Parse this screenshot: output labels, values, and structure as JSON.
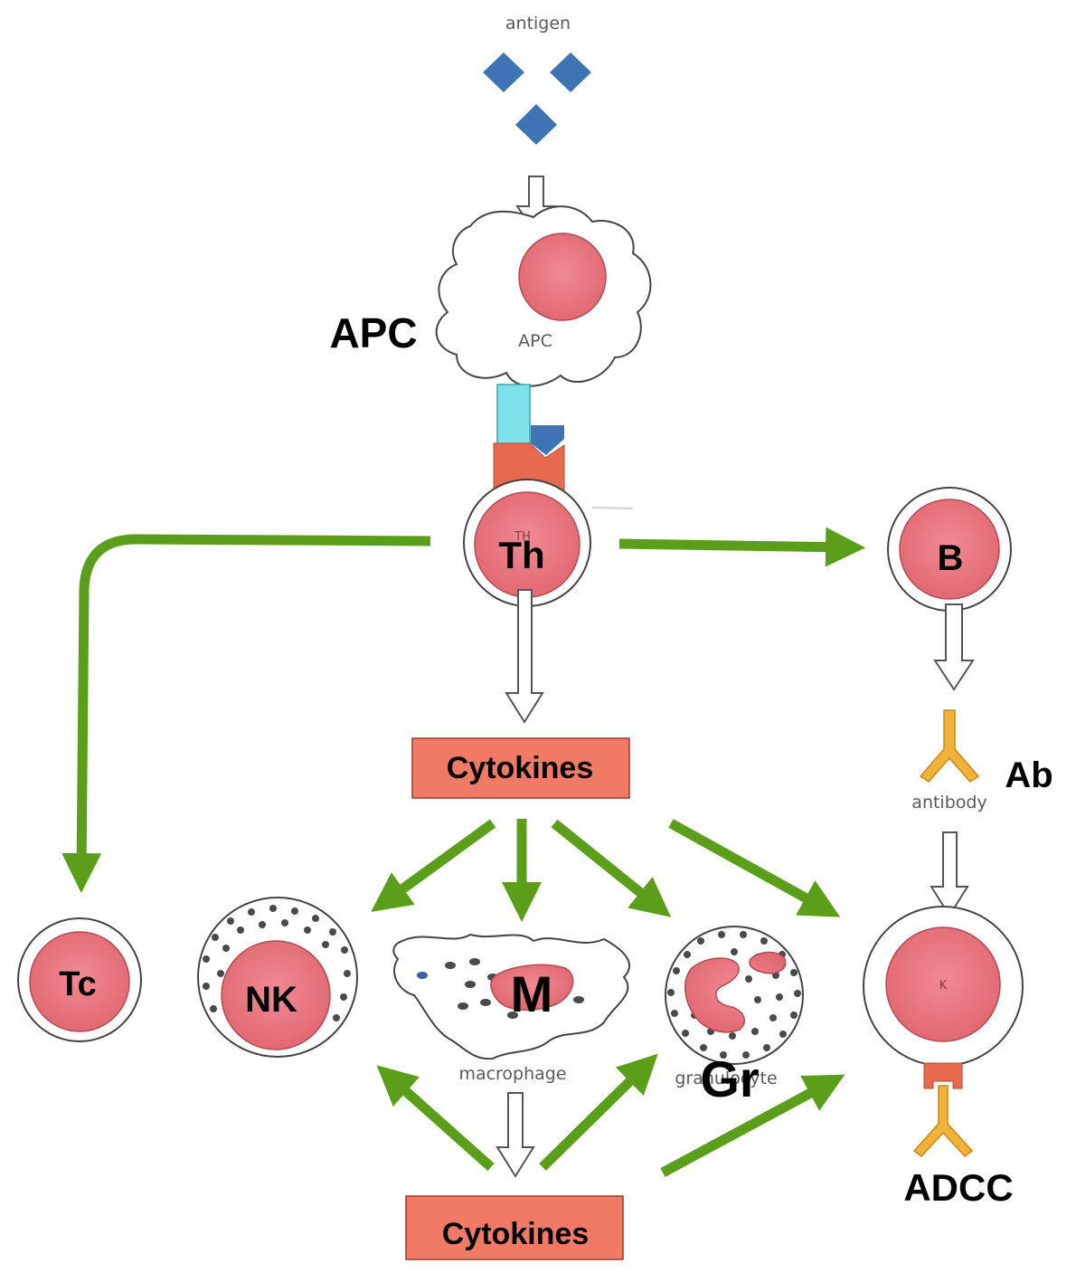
{
  "labels": {
    "antigen": "antigen",
    "apc_big": "APC",
    "apc_small": "APC",
    "th": "Th",
    "th_small": "TH",
    "b": "B",
    "cytokines_top": "Cytokines",
    "cytokines_bottom": "Cytokines",
    "ab": "Ab",
    "antibody": "antibody",
    "tc": "Tc",
    "nk": "NK",
    "m": "M",
    "macrophage": "macrophage",
    "gr": "Gr",
    "granulocyte": "granulocyte",
    "k": "K",
    "adcc": "ADCC"
  },
  "colors": {
    "green_arrow": "#5a9e1a",
    "cell_nucleus": "#e8737c",
    "cytokine_box": "#f07a65",
    "antigen": "#3e74b3",
    "antibody": "#f0b23a",
    "receptor_tcr": "#e86a4e",
    "mhc": "#7fe1ea"
  }
}
